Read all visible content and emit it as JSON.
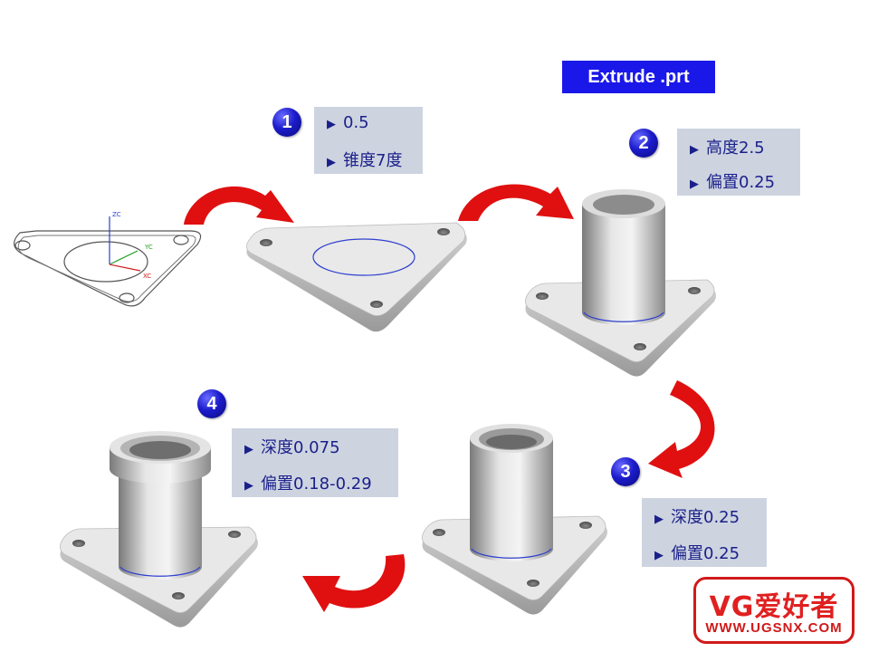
{
  "title": "Extrude .prt",
  "steps": [
    {
      "number": "1",
      "params": [
        "0.5",
        "锥度7度"
      ]
    },
    {
      "number": "2",
      "params": [
        "高度2.5",
        "偏置0.25"
      ]
    },
    {
      "number": "3",
      "params": [
        "深度0.25",
        "偏置0.25"
      ]
    },
    {
      "number": "4",
      "params": [
        "深度0.075",
        "偏置0.18-0.29"
      ]
    }
  ],
  "sketch_axes": {
    "z": "ZC",
    "y": "YC",
    "x": "XC"
  },
  "logo": {
    "top": "VG爱好者",
    "bottom": "WWW.UGSNX.COM"
  },
  "colors": {
    "title_bg": "#1a18e8",
    "badge": "#1c1ccc",
    "arrow": "#e01010",
    "panel": "#cdd4e0",
    "param_text": "#1b1f8a",
    "logo_red": "#d01a1a"
  }
}
